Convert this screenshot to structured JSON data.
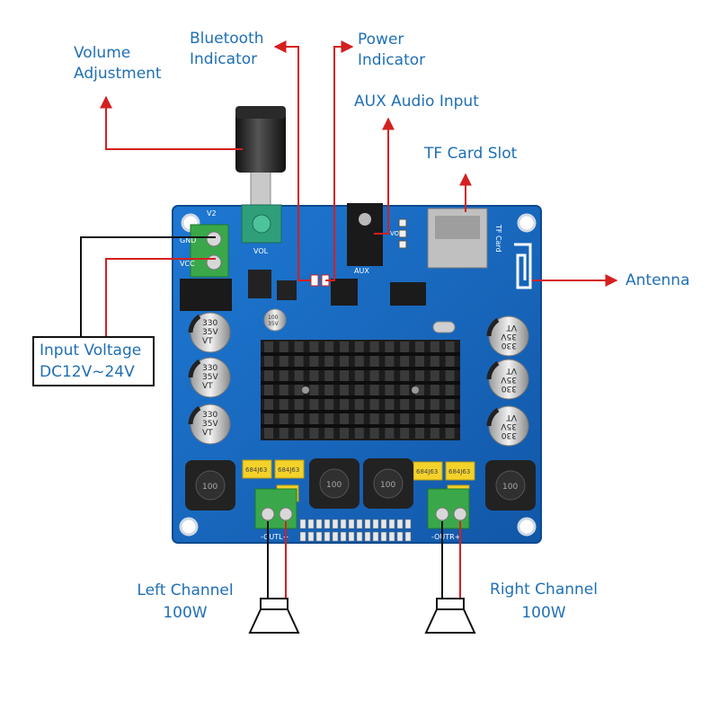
{
  "labels": {
    "volume": [
      "Volume",
      "Adjustment"
    ],
    "bluetooth": [
      "Bluetooth",
      "Indicator"
    ],
    "power": [
      "Power",
      "Indicator"
    ],
    "aux": "AUX Audio Input",
    "tf": "TF Card Slot",
    "antenna": "Antenna",
    "input_voltage": [
      "Input Voltage",
      "DC12V~24V"
    ],
    "left": [
      "Left Channel",
      "100W"
    ],
    "right": [
      "Right Channel",
      "100W"
    ]
  },
  "board": {
    "silk": {
      "vol": "VOL",
      "aux": "AUX",
      "tf_card": "TF Card",
      "vol_minus": "VOL-",
      "v2": "V2",
      "outl": "-OUTL+",
      "outr": "-OUTR+",
      "gnd": "GND",
      "vcc": "VCC"
    },
    "cap_text": [
      "330",
      "35V",
      "VT"
    ],
    "small_cap_text": [
      "100",
      "35V"
    ],
    "yellow_cap_text": [
      "684J63",
      "684J63",
      "684J63",
      "684J63"
    ],
    "inductor_text": "100"
  },
  "colors": {
    "pcb": "#1565c0",
    "label_text": "#1f6fb5",
    "arrow": "#d42020",
    "terminal": "#3aa84a"
  }
}
